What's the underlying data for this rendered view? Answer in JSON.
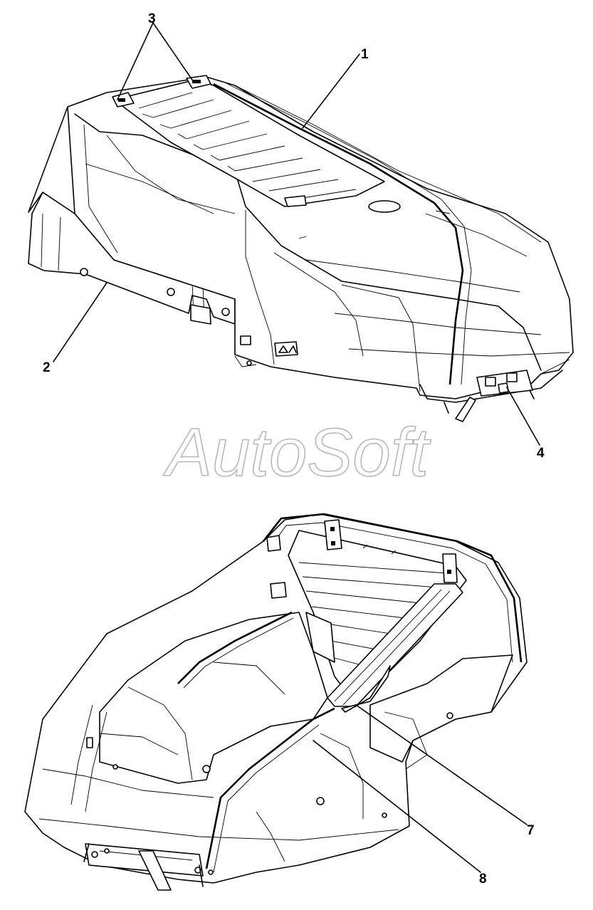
{
  "watermark": "AutoSoft",
  "callouts": [
    {
      "id": "1",
      "label": "1"
    },
    {
      "id": "2",
      "label": "2"
    },
    {
      "id": "3",
      "label": "3"
    },
    {
      "id": "4",
      "label": "4"
    },
    {
      "id": "7",
      "label": "7"
    },
    {
      "id": "8",
      "label": "8"
    }
  ]
}
